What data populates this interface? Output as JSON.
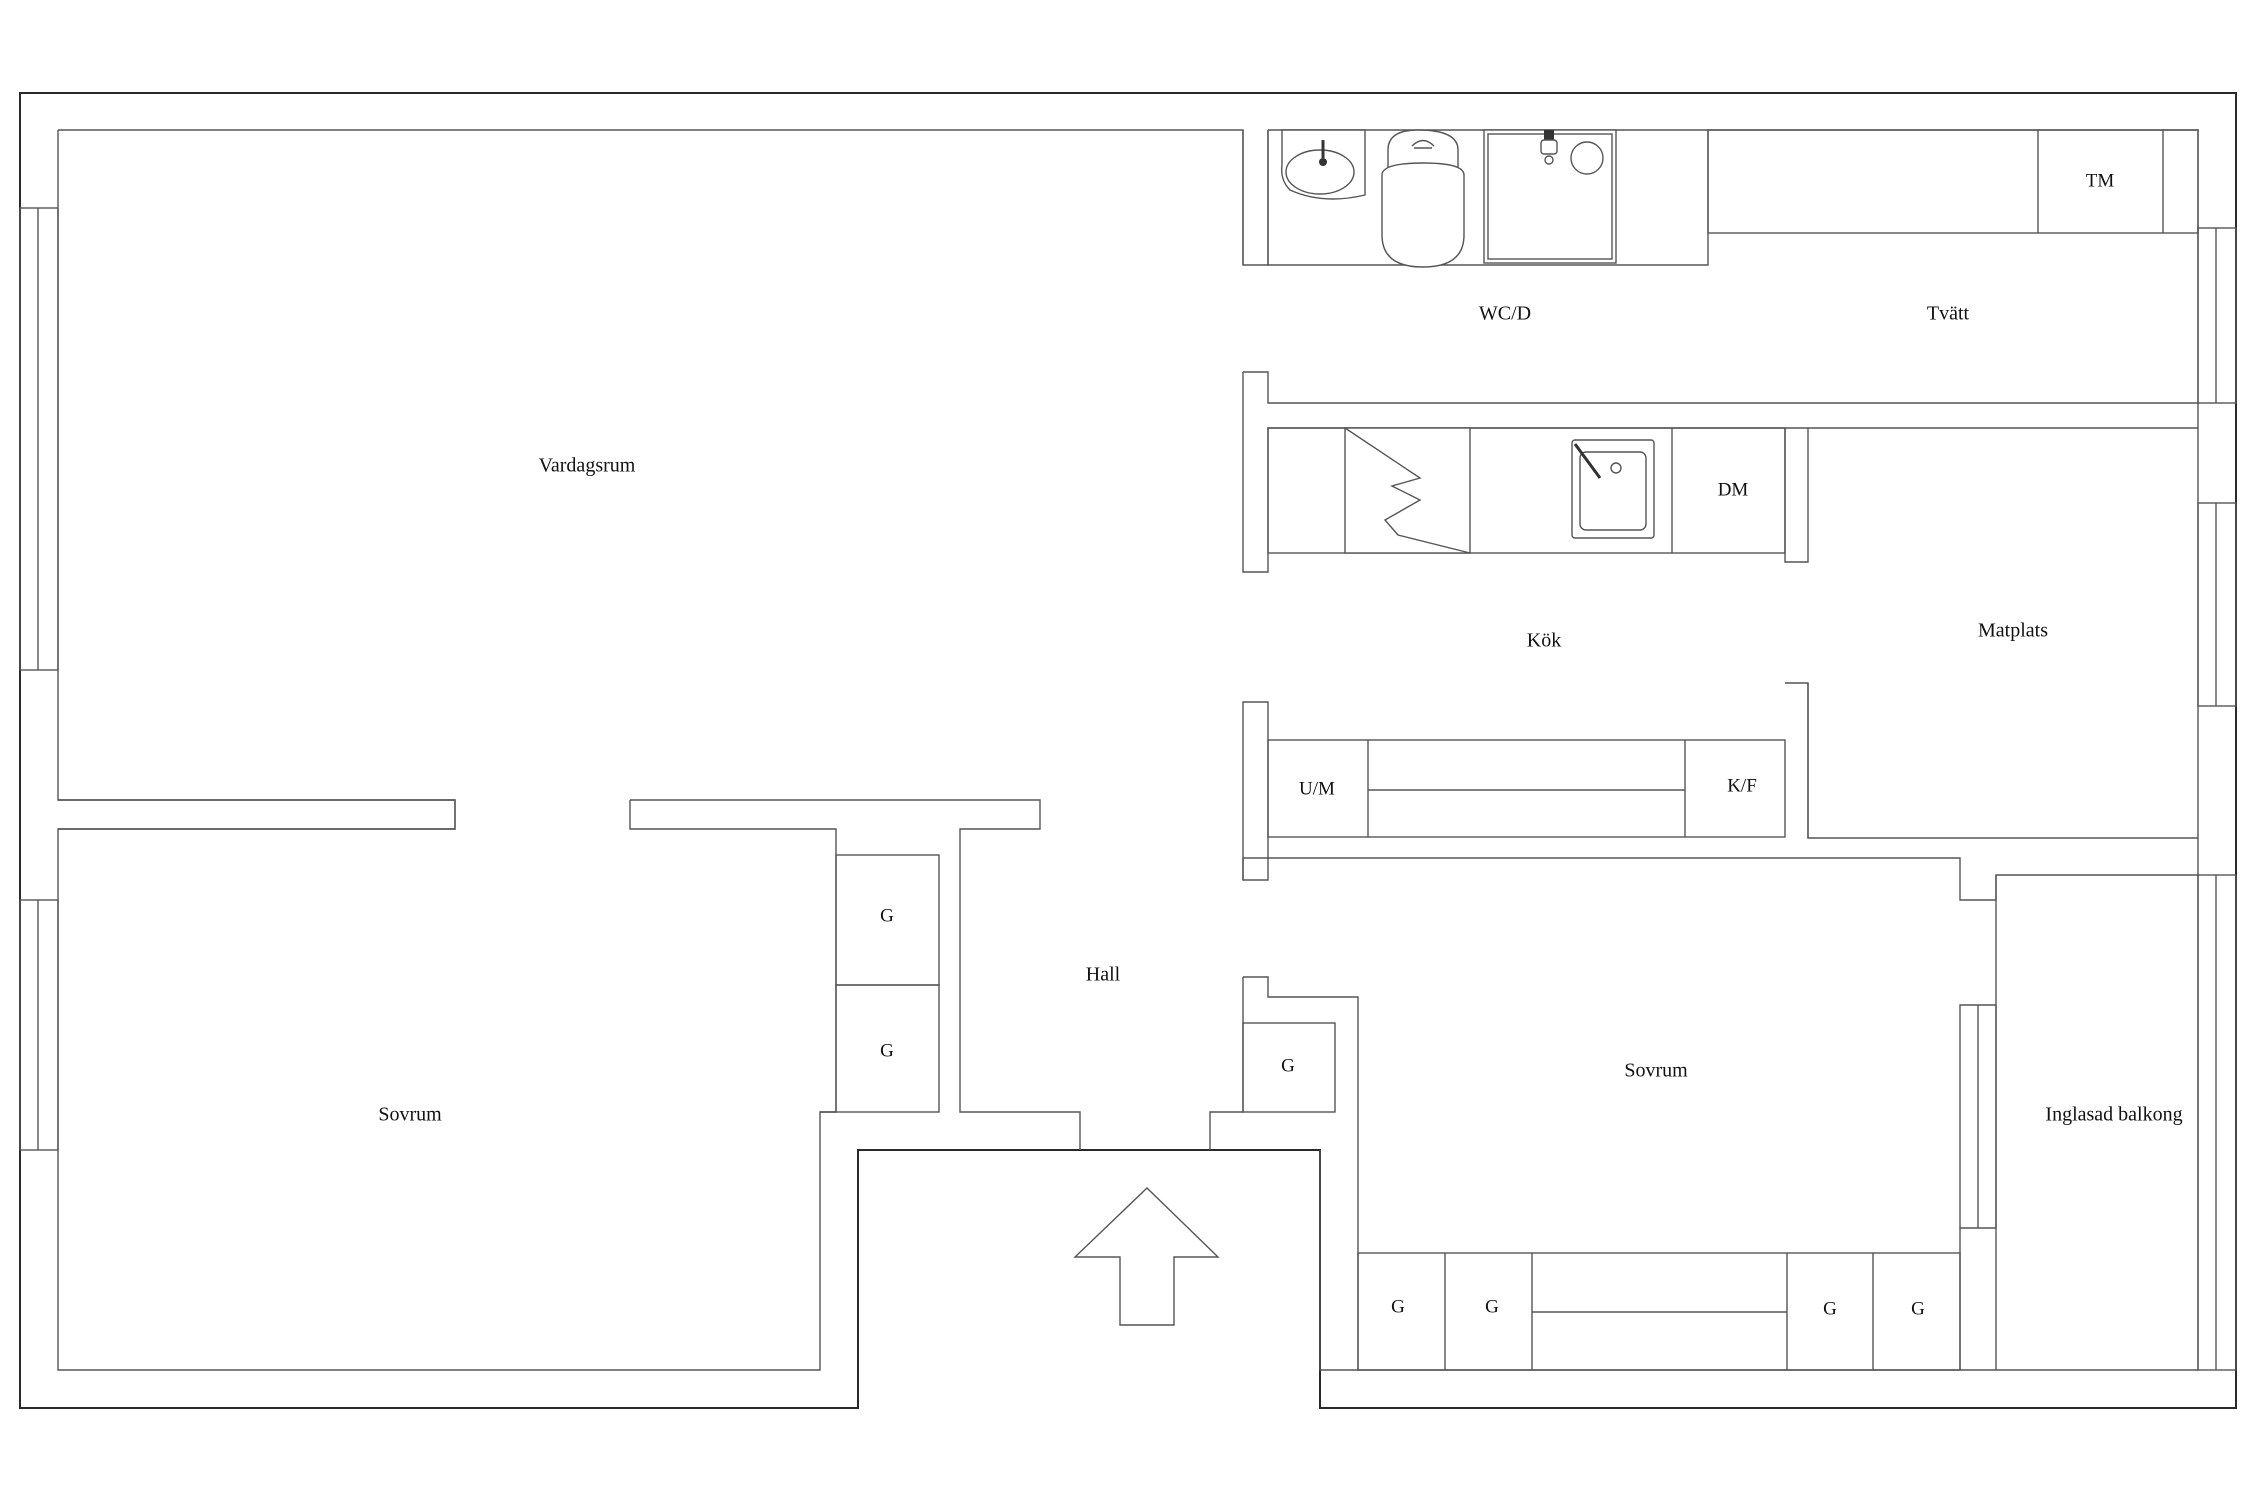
{
  "rooms": {
    "vardagsrum": "Vardagsrum",
    "wcd": "WC/D",
    "tvatt": "Tvätt",
    "kok": "Kök",
    "matplats": "Matplats",
    "hall": "Hall",
    "sovrum_left": "Sovrum",
    "sovrum_right": "Sovrum",
    "balkong": "Inglasad balkong"
  },
  "fixtures": {
    "tm": "TM",
    "dm": "DM",
    "um": "U/M",
    "kf": "K/F",
    "g": "G"
  },
  "icons": [
    "sink-icon",
    "toilet-icon",
    "shower-icon",
    "stove-icon",
    "kitchen-sink-icon",
    "entrance-arrow-icon"
  ]
}
